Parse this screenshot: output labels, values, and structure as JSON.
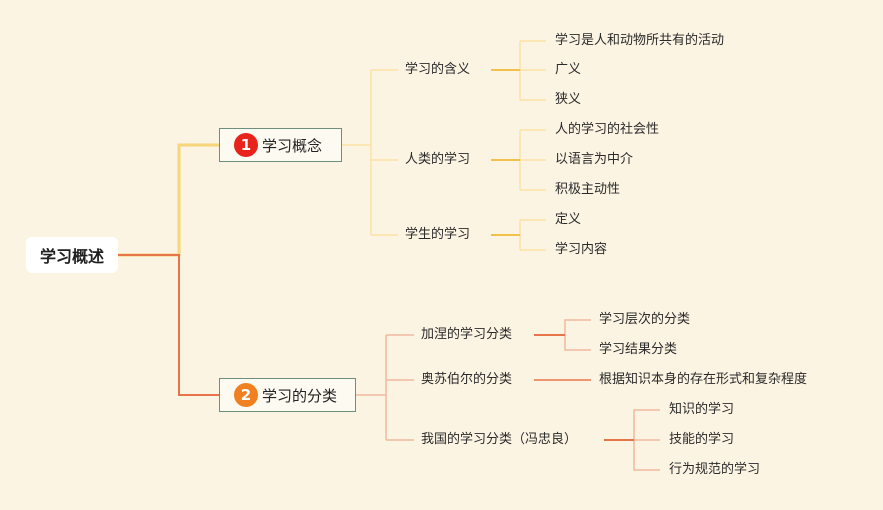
{
  "root": {
    "label": "学习概述"
  },
  "branch1": {
    "number": "1",
    "label": "学习概念",
    "children": [
      {
        "label": "学习的含义",
        "children": [
          "学习是人和动物所共有的活动",
          "广义",
          "狭义"
        ]
      },
      {
        "label": "人类的学习",
        "children": [
          "人的学习的社会性",
          "以语言为中介",
          "积极主动性"
        ]
      },
      {
        "label": "学生的学习",
        "children": [
          "定义",
          "学习内容"
        ]
      }
    ]
  },
  "branch2": {
    "number": "2",
    "label": "学习的分类",
    "children": [
      {
        "label": "加涅的学习分类",
        "children": [
          "学习层次的分类",
          "学习结果分类"
        ]
      },
      {
        "label": "奥苏伯尔的分类",
        "children": [
          "根据知识本身的存在形式和复杂程度"
        ]
      },
      {
        "label": "我国的学习分类（冯忠良）",
        "children": [
          "知识的学习",
          "技能的学习",
          "行为规范的学习"
        ]
      }
    ]
  },
  "colors": {
    "background": "#fcf4e3",
    "branch1_line": "#f7d57a",
    "branch1_light": "#fbe2a4",
    "branch2_line": "#e8754a",
    "branch2_light": "#f2b9a0",
    "badge1": "#e8231b",
    "badge2": "#f08020",
    "box_border": "#6d8f7c"
  }
}
